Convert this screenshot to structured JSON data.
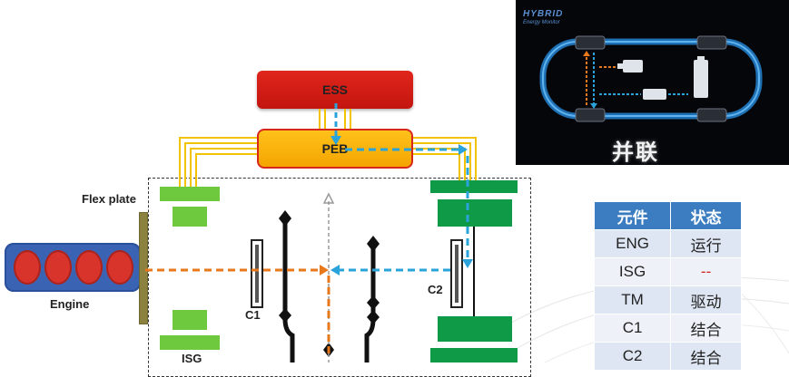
{
  "diagram": {
    "ess_label": "ESS",
    "peb_label": "PEB",
    "engine_label": "Engine",
    "flex_plate_label": "Flex plate",
    "isg_label": "ISG",
    "c1_label": "C1",
    "c2_label": "C2"
  },
  "monitor": {
    "title": "HYBRID",
    "subtitle": "Energy Monitor",
    "mode": "并联"
  },
  "status_table": {
    "headers": [
      "元件",
      "状态"
    ],
    "rows": [
      {
        "component": "ENG",
        "state": "运行"
      },
      {
        "component": "ISG",
        "state": "--"
      },
      {
        "component": "TM",
        "state": "驱动"
      },
      {
        "component": "C1",
        "state": "结合"
      },
      {
        "component": "C2",
        "state": "结合"
      }
    ]
  },
  "colors": {
    "engine_flow": "#e8781c",
    "electric_flow": "#2aa3db",
    "ess": "#d81e16",
    "peb": "#f7b100",
    "isg_green": "#6ec93f",
    "tm_green": "#0f9a48",
    "table_header": "#3b7dc0"
  }
}
